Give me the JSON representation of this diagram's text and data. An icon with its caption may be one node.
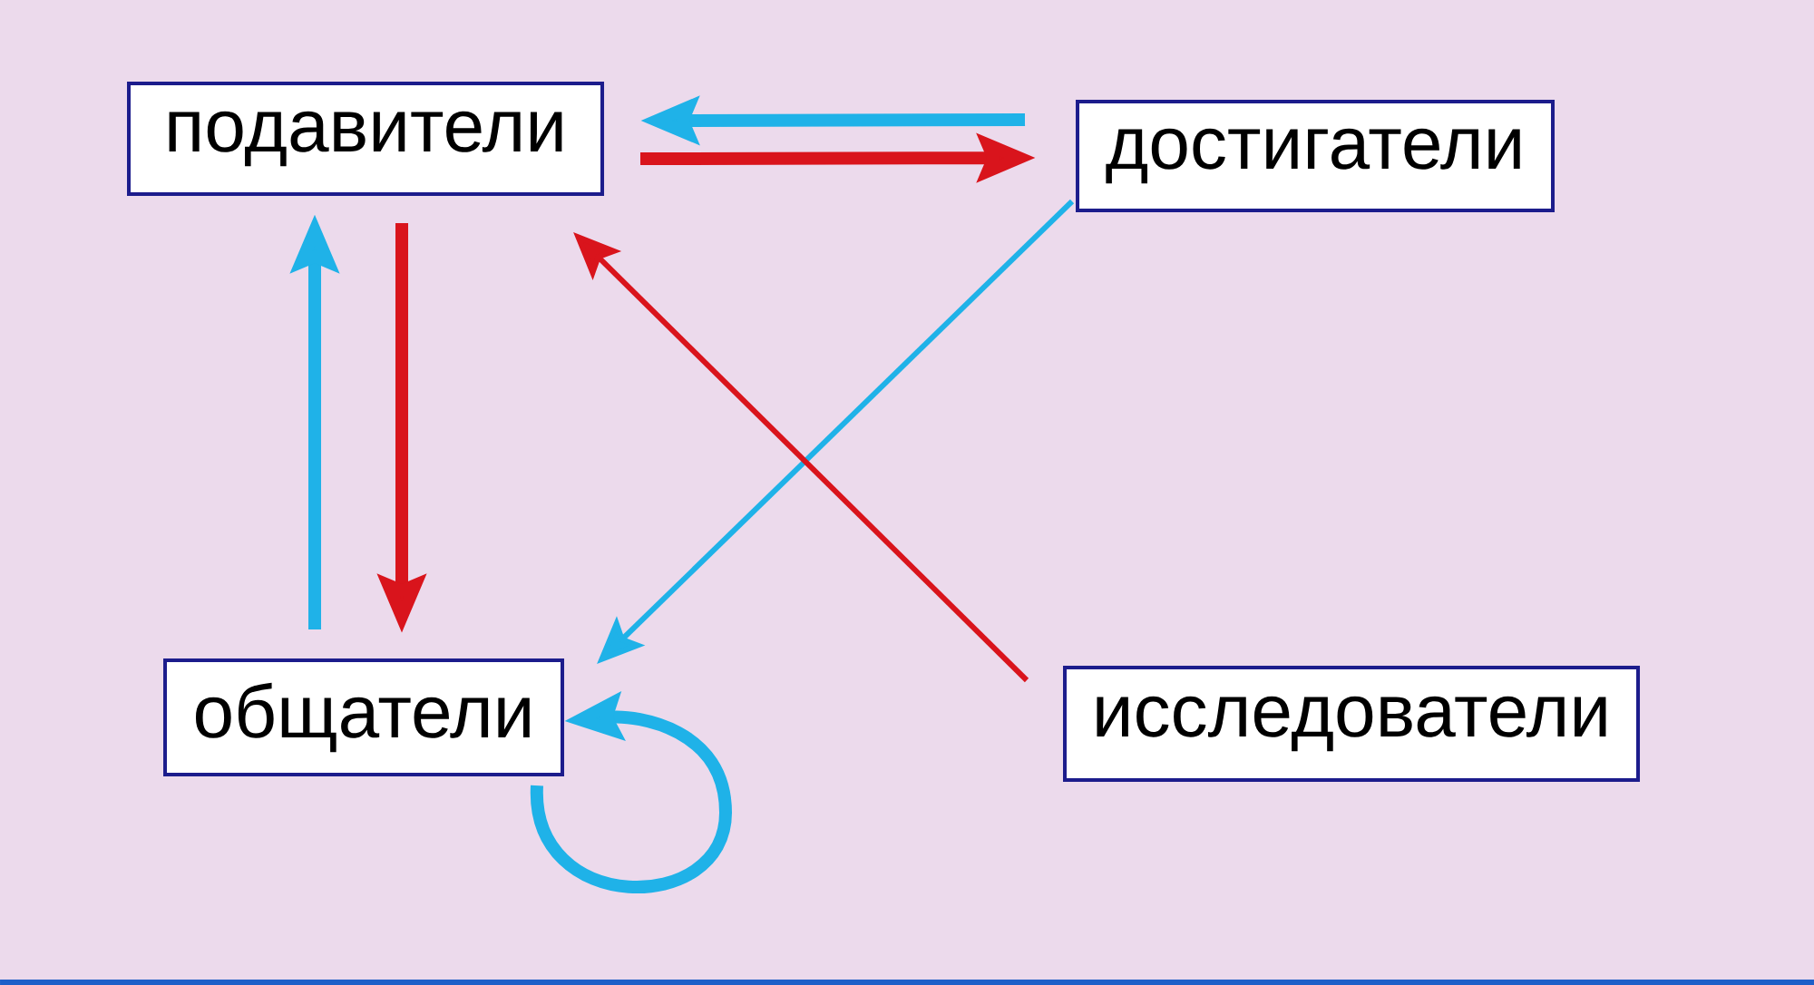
{
  "diagram": {
    "nodes": [
      {
        "text": [
          "подавители"
        ]
      },
      {
        "text": [
          "достигатели"
        ]
      },
      {
        "text": [
          "общатели"
        ]
      },
      {
        "text": [
          "исследователи"
        ]
      }
    ],
    "edges": [
      {
        "from": 1,
        "to": 0,
        "arrow": "to"
      },
      {
        "from": 0,
        "to": 1,
        "arrow": "to",
        "color": "#d9141c"
      },
      {
        "from": 2,
        "to": 0,
        "arrow": "to"
      },
      {
        "from": 0,
        "to": 2,
        "arrow": "to",
        "color": "#d9141c"
      },
      {
        "from": 1,
        "to": 2,
        "arrow": "to"
      },
      {
        "from": 3,
        "to": 0,
        "arrow": "to",
        "color": "#d9141c"
      },
      {
        "from": 2,
        "to": 2,
        "arrow": "to"
      }
    ]
  }
}
